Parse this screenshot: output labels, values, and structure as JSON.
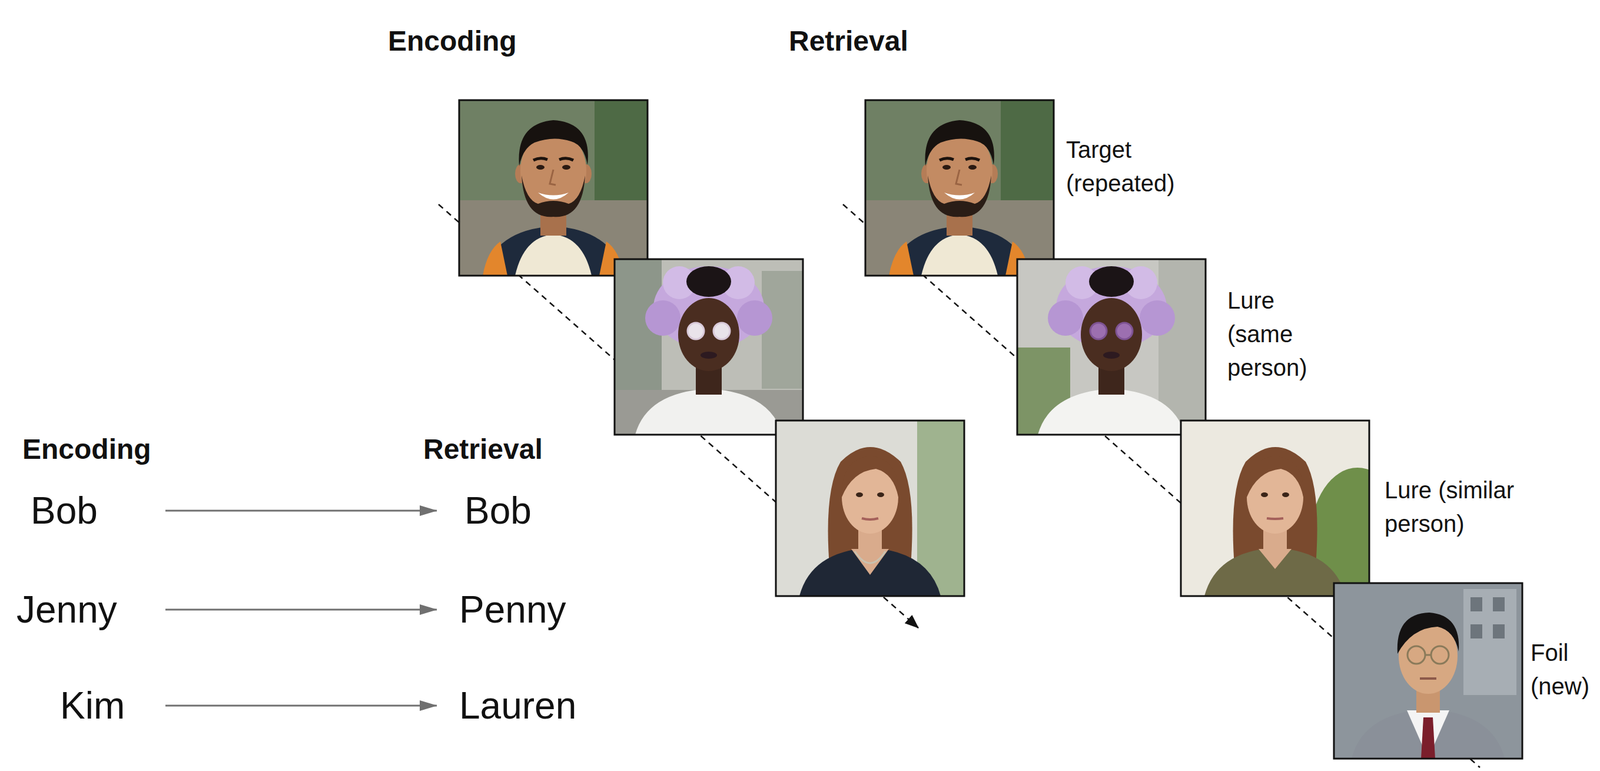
{
  "diagram": {
    "nodes": [
      {
        "text": [
          "Bob"
        ]
      },
      {
        "text": [
          "Bob"
        ]
      },
      {
        "text": [
          "Jenny"
        ]
      },
      {
        "text": [
          "Penny"
        ]
      },
      {
        "text": [
          "Kim"
        ]
      },
      {
        "text": [
          "Lauren"
        ]
      }
    ],
    "edges": [
      {
        "from": 0,
        "to": 1,
        "arrow": "to"
      },
      {
        "from": 2,
        "to": 3,
        "arrow": "to"
      },
      {
        "from": 4,
        "to": 5,
        "arrow": "to"
      }
    ],
    "labels": [
      "Encoding",
      "Retrieval",
      "Target (repeated)",
      "Lure (same person)",
      "Lure (similar person)",
      "Foil (new)",
      "Encoding",
      "Retrieval"
    ]
  }
}
